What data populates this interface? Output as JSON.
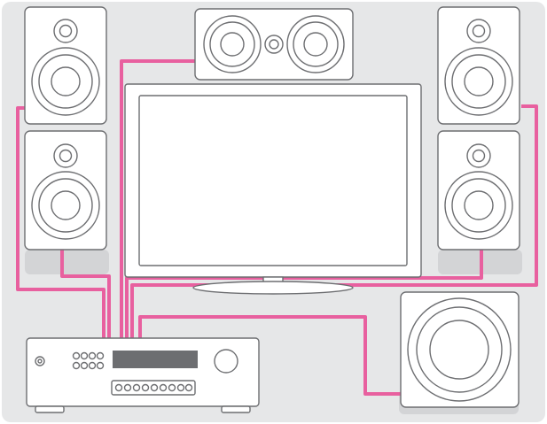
{
  "scene": {
    "background": "#e6e7e8",
    "device_fill": "#ffffff",
    "stroke": "#6d6e71",
    "cable": "#e8609f",
    "screen_fill": "#ffffff",
    "shadow": "#d3d4d6"
  },
  "components": {
    "speakers": [
      "front-left",
      "rear-left",
      "center",
      "front-right",
      "rear-right"
    ],
    "subwoofer": "subwoofer",
    "tv": "television",
    "receiver": "av-receiver"
  }
}
